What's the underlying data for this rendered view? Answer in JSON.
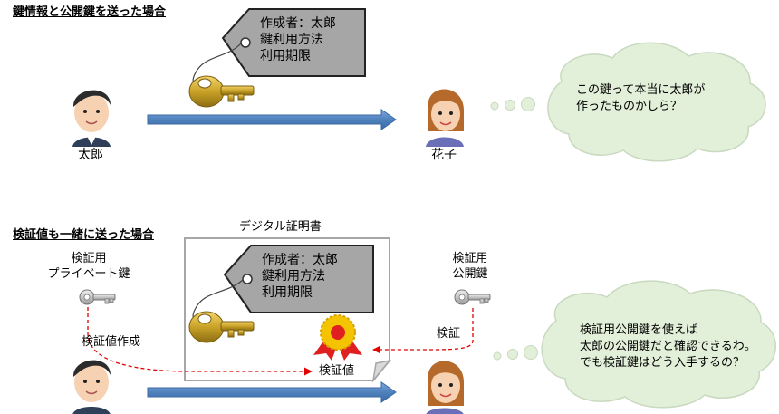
{
  "section1": {
    "title": "鍵情報と公開鍵を送った場合",
    "tag_lines": [
      "作成者：太郎",
      "鍵利用方法",
      "利用期限"
    ],
    "sender": "太郎",
    "receiver": "花子",
    "thought": [
      "この鍵って本当に太郎が",
      "作ったものかしら？"
    ]
  },
  "section2": {
    "title": "検証値も一緒に送った場合",
    "certificate_label": "デジタル証明書",
    "tag_lines": [
      "作成者：太郎",
      "鍵利用方法",
      "利用期限"
    ],
    "private_key_label": [
      "検証用",
      "プライベート鍵"
    ],
    "public_key_label": [
      "検証用",
      "公開鍵"
    ],
    "create_label": "検証値作成",
    "verify_label": "検証",
    "verify_value_label": "検証値",
    "thought": [
      "検証用公開鍵を使えば",
      "太郎の公開鍵だと確認できるわ。",
      "でも検証鍵はどう入手するの？"
    ]
  },
  "colors": {
    "arrow": "#4f81bd",
    "key_gold": "#c9a227",
    "tag_fill": "#a6a6a6",
    "cloud_fill": "#e2efd9",
    "dashed": "#e00000",
    "silver_key": "#b0b0b0"
  }
}
